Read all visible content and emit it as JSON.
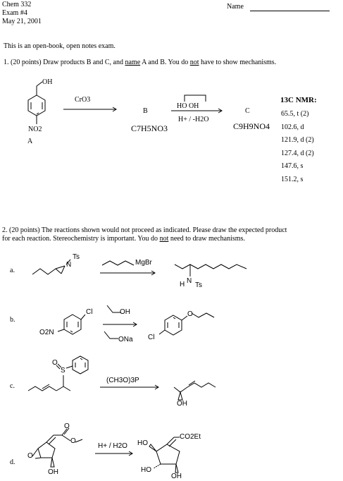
{
  "header": {
    "course": "Chem 332",
    "exam": "Exam #4",
    "date": "May 21, 2001",
    "name_label": "Name",
    "instructions": "This is an open-book, open notes exam."
  },
  "q1": {
    "pre": "1.  (20 points) Draw products B and C, and ",
    "u1": "name",
    "mid": " A and B. You do ",
    "u2": "not",
    "post": " have to show mechanisms.",
    "label_A": "A",
    "label_B": "B",
    "label_C": "C",
    "formula_B": "C7H5NO3",
    "formula_C": "C9H9NO4",
    "reagent1": "CrO3",
    "reagent2_top": "HO  OH",
    "reagent2_bottom": "H+ / -H2O",
    "oh_label": "OH",
    "no2_label": "NO2",
    "nmr_title": "13C NMR:",
    "nmr_peaks": [
      "65.5, t (2)",
      "102.6, d",
      "121.9, d (2)",
      "127.4, d (2)",
      "147.6, s",
      "151.2, s"
    ]
  },
  "q2": {
    "line1": "2.  (20 points)  The reactions shown would not proceed as indicated.  Please draw the expected product",
    "line2_pre": "for each reaction. Stereochemistry is important.  You do ",
    "line2_u": "not",
    "line2_post": " need to draw mechanisms.",
    "a": {
      "label": "a.",
      "ts": "Ts",
      "n": "N",
      "mgbr": "MgBr",
      "hn": "H",
      "nts": "N",
      "ts2": "Ts"
    },
    "b": {
      "label": "b.",
      "cl": "Cl",
      "o2n": "O2N",
      "oh": "OH",
      "ona": "ONa",
      "cl2": "Cl",
      "o": "O"
    },
    "c": {
      "label": "c.",
      "o": "O",
      "s": "S",
      "reagent": "(CH3O)3P",
      "oh": "OH"
    },
    "d": {
      "label": "d.",
      "o": "O",
      "oh": "OH",
      "reagent": "H+ / H2O",
      "co2et": "CO2Et",
      "ho1": "HO",
      "ho2": "HO",
      "oh2": "OH"
    }
  }
}
